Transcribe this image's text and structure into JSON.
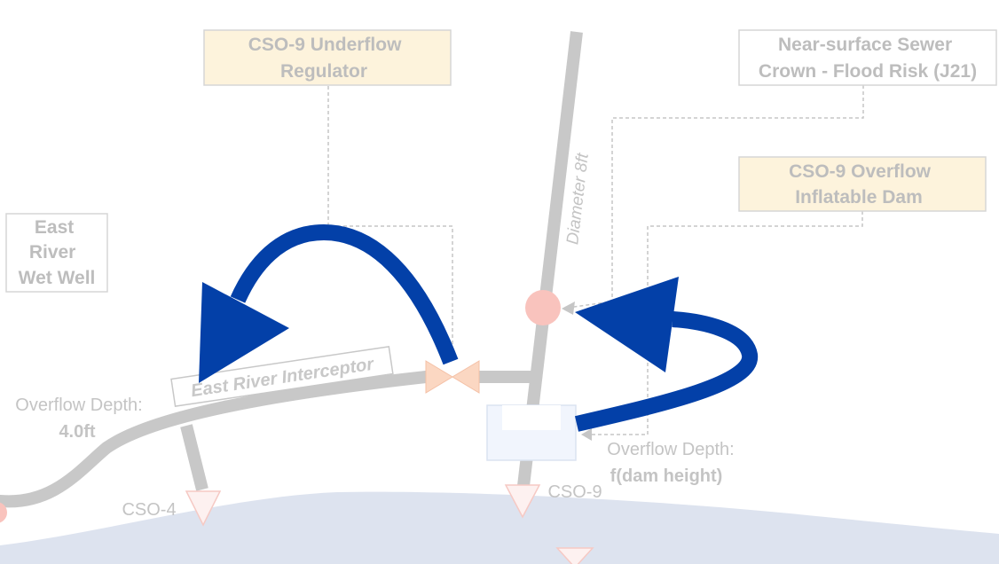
{
  "callouts": {
    "regulator": [
      "CSO-9 Underflow",
      "Regulator"
    ],
    "crown": [
      "Near-surface Sewer",
      "Crown - Flood Risk (J21)"
    ],
    "dam": [
      "CSO-9 Overflow",
      "Inflatable Dam"
    ],
    "wetwell": [
      "East",
      "River",
      "Wet Well"
    ]
  },
  "labels": {
    "interceptor": "East River Interceptor",
    "diameter": "Diameter 8ft",
    "overflow_left_title": "Overflow Depth:",
    "overflow_left_value": "4.0ft",
    "overflow_right_title": "Overflow Depth:",
    "overflow_right_value": "f(dam height)",
    "cso4": "CSO-4",
    "cso9": "CSO-9"
  },
  "colors": {
    "pipe": "#c8c8c8",
    "river": "#dde3ef",
    "arrow": "#0340a8",
    "callout_yellow_fill": "#fdf3dc",
    "callout_border": "#d6d6d6",
    "callout_text": "#bdbdbd",
    "junction": "#f9c3bd",
    "valve": "#fbd7c2",
    "outfall": "#f6c9c4"
  }
}
